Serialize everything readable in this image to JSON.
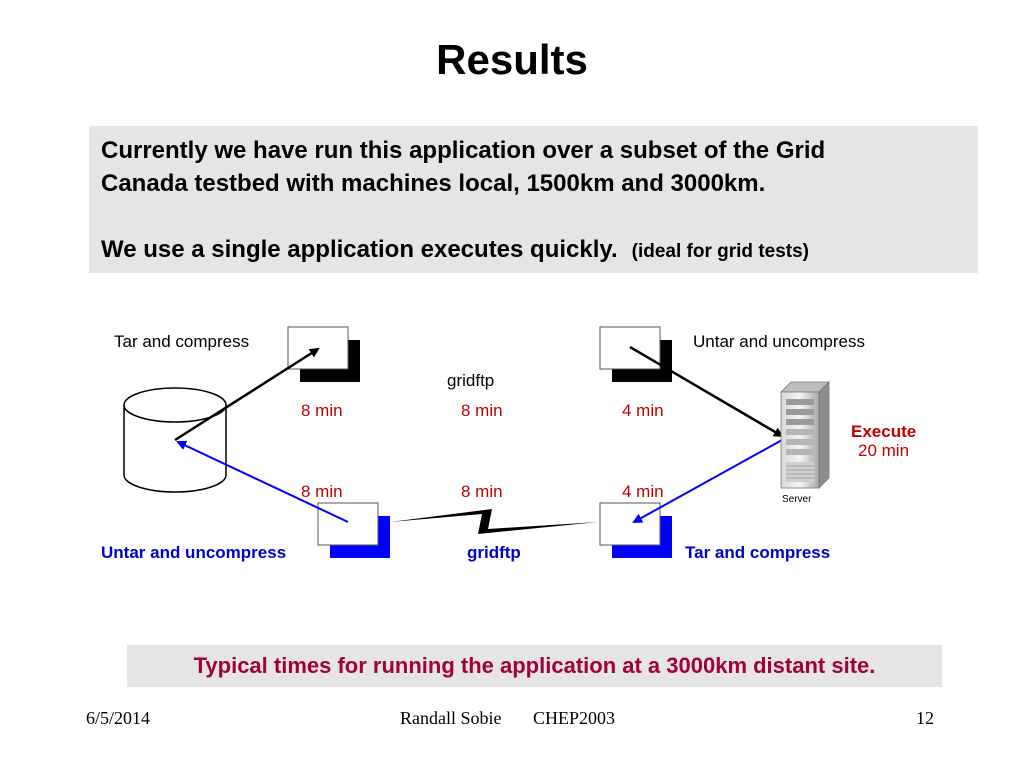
{
  "slide": {
    "title": "Results",
    "info_line1": "Currently we have run this application over a subset of the Grid",
    "info_line2": "Canada testbed with machines local, 1500km and 3000km.",
    "info_line3": "We use a single application executes quickly.",
    "info_line3_note": "(ideal for grid tests)",
    "bottom_note": "Typical times for running the application at a 3000km distant site."
  },
  "diagram": {
    "top_left_label": "Tar and compress",
    "top_right_label": "Untar and uncompress",
    "top_transfer_label": "gridftp",
    "top_times": [
      "8 min",
      "8 min",
      "4 min"
    ],
    "execute_label": "Execute",
    "execute_time": "20 min",
    "server_label": "Server",
    "bottom_times": [
      "8 min",
      "8 min",
      "4 min"
    ],
    "bottom_left_label": "Untar and uncompress",
    "bottom_transfer_label": "gridftp",
    "bottom_right_label": "Tar and compress",
    "colors": {
      "time_red": "#c00000",
      "blue": "#0000ff",
      "label_blue": "#0000cc",
      "note_crimson": "#a0003c"
    }
  },
  "footer": {
    "date": "6/5/2014",
    "author": "Randall Sobie",
    "conference": "CHEP2003",
    "page": "12"
  }
}
